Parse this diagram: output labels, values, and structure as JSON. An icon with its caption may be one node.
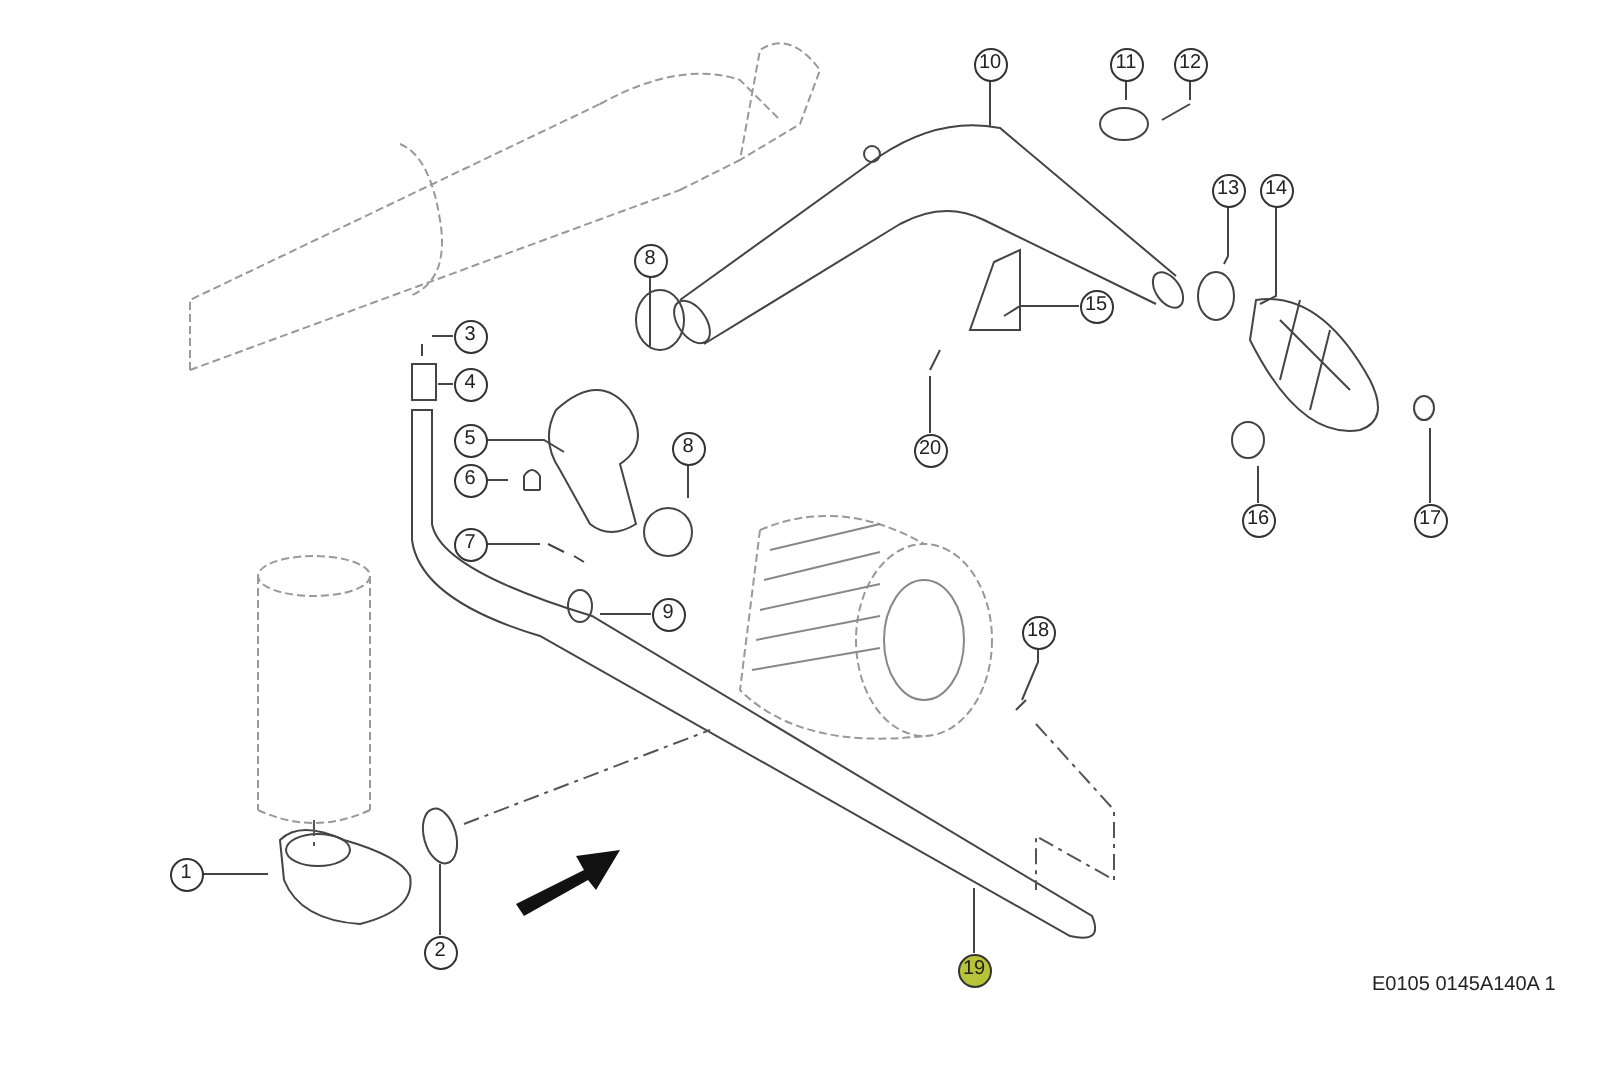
{
  "diagram": {
    "nodes": [
      {
        "text": [
          "1"
        ]
      },
      {
        "text": [
          "2"
        ]
      },
      {
        "text": [
          "3"
        ]
      },
      {
        "text": [
          "4"
        ]
      },
      {
        "text": [
          "5"
        ]
      },
      {
        "text": [
          "6"
        ]
      },
      {
        "text": [
          "7"
        ]
      },
      {
        "text": [
          "8"
        ]
      },
      {
        "text": [
          "8"
        ]
      },
      {
        "text": [
          "9"
        ]
      },
      {
        "text": [
          "10"
        ]
      },
      {
        "text": [
          "11"
        ]
      },
      {
        "text": [
          "12"
        ]
      },
      {
        "text": [
          "13"
        ]
      },
      {
        "text": [
          "14"
        ]
      },
      {
        "text": [
          "15"
        ]
      },
      {
        "text": [
          "16"
        ]
      },
      {
        "text": [
          "17"
        ]
      },
      {
        "text": [
          "18"
        ]
      },
      {
        "text": [
          "19"
        ]
      },
      {
        "text": [
          "20"
        ]
      }
    ],
    "edges": [
      {
        "from": 0,
        "to": null,
        "arrow": "none"
      },
      {
        "from": 1,
        "to": null,
        "arrow": "none"
      },
      {
        "from": 2,
        "to": null,
        "arrow": "none"
      },
      {
        "from": 3,
        "to": null,
        "arrow": "none"
      },
      {
        "from": 4,
        "to": null,
        "arrow": "none"
      },
      {
        "from": 5,
        "to": null,
        "arrow": "none"
      },
      {
        "from": 6,
        "to": null,
        "arrow": "none"
      },
      {
        "from": 7,
        "to": null,
        "arrow": "none"
      },
      {
        "from": 8,
        "to": null,
        "arrow": "none"
      },
      {
        "from": 9,
        "to": null,
        "arrow": "none"
      },
      {
        "from": 10,
        "to": null,
        "arrow": "none"
      },
      {
        "from": 11,
        "to": null,
        "arrow": "none"
      },
      {
        "from": 12,
        "to": null,
        "arrow": "none"
      },
      {
        "from": 13,
        "to": null,
        "arrow": "none"
      },
      {
        "from": 14,
        "to": null,
        "arrow": "none"
      },
      {
        "from": 15,
        "to": null,
        "arrow": "none"
      },
      {
        "from": 16,
        "to": null,
        "arrow": "none"
      },
      {
        "from": 17,
        "to": null,
        "arrow": "none"
      },
      {
        "from": 18,
        "to": null,
        "arrow": "none"
      },
      {
        "from": 19,
        "to": null,
        "arrow": "none"
      },
      {
        "from": 20,
        "to": null,
        "arrow": "none"
      }
    ],
    "labels": [
      "E0105 0145A140A 1"
    ]
  }
}
